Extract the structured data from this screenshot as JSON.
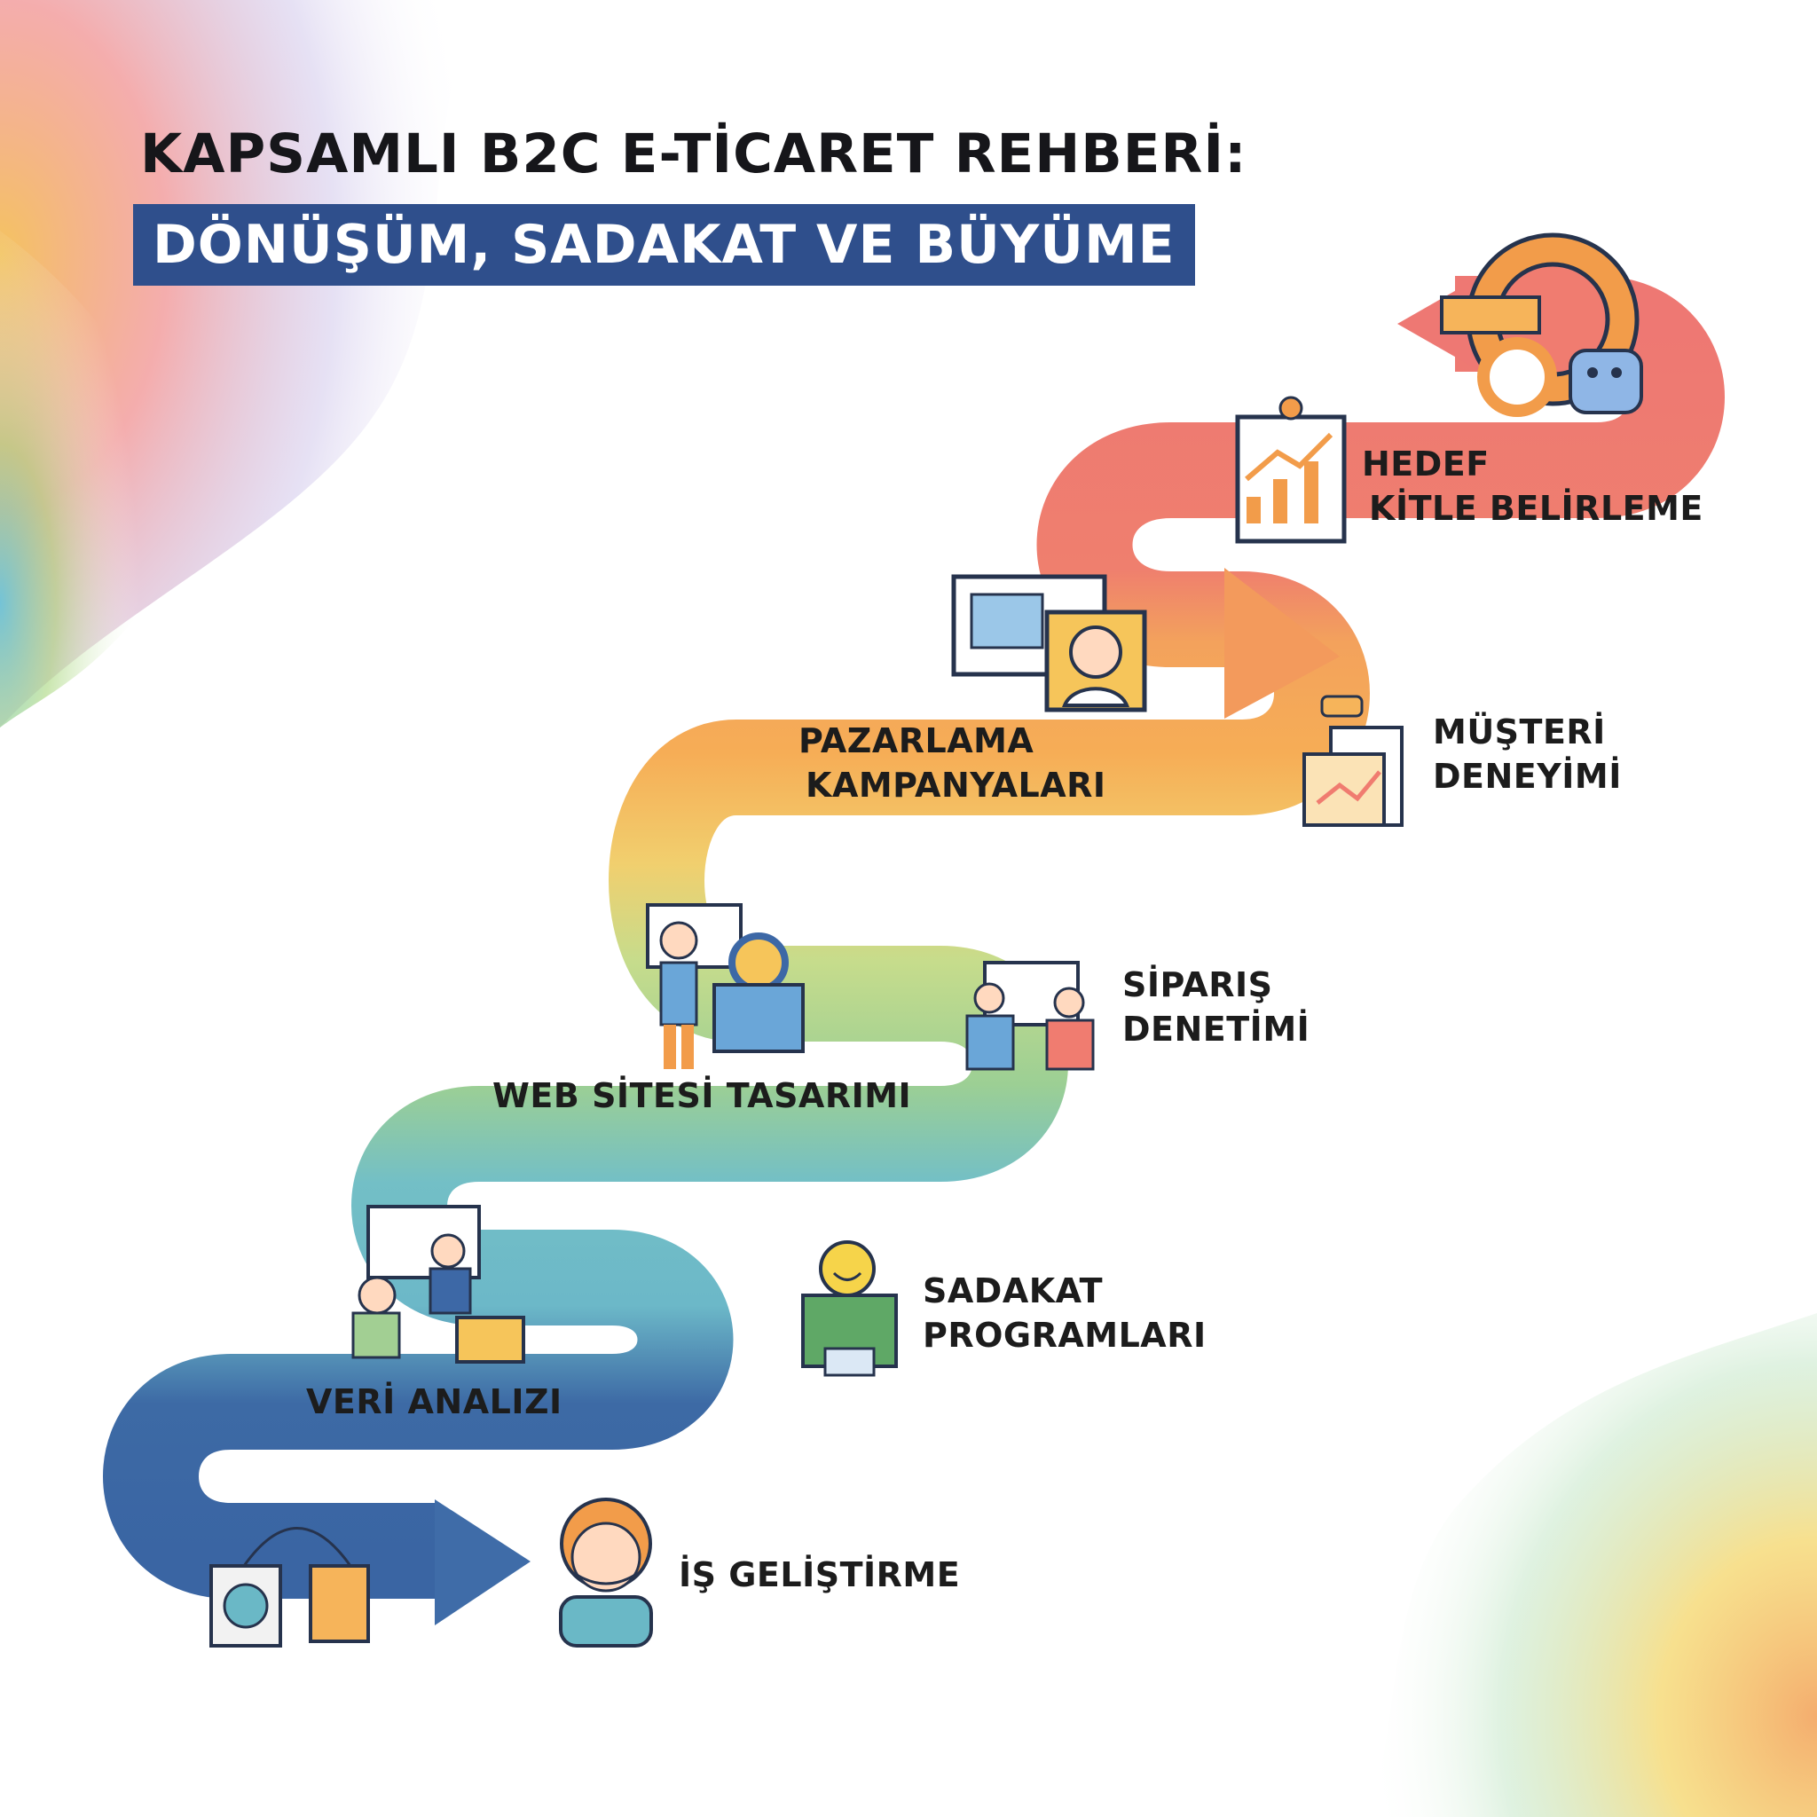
{
  "title": {
    "line1": "KAPSAMLI B2C E-TİCARET REHBERİ:",
    "line2": "DÖNÜŞÜM, SADAKAT VE BÜYÜME"
  },
  "steps": {
    "hedef": {
      "line1": "HEDEF",
      "line2": "KİTLE BELİRLEME",
      "icon": "growth-chart-icon",
      "color": "#ee7c72"
    },
    "pazarlama": {
      "line1": "PAZARLAMA",
      "line2": "KAMPANYALARI",
      "icon": "monitor-chart-icon",
      "color": "#f5a95a"
    },
    "musteri": {
      "line1": "MÜŞTERİ",
      "line2": "DENEYİMİ",
      "icon": "presentation-board-icon",
      "color": "#f5a95a"
    },
    "web": {
      "line1": "WEB SİTESİ TASARIMI",
      "icon": "designer-calendar-icon",
      "color": "#e2d98a"
    },
    "siparis": {
      "line1": "SİPARIŞ",
      "line2": "DENETİMİ",
      "icon": "two-people-board-icon",
      "color": "#f2c46c"
    },
    "veri": {
      "line1": "VERİ ANALIZI",
      "icon": "team-analysis-icon",
      "color": "#7cc3c8"
    },
    "sadakat": {
      "line1": "SADAKAT",
      "line2": "PROGRAMLARI",
      "icon": "happy-employee-icon",
      "color": "#a2cf93"
    },
    "is": {
      "line1": "İŞ GELİŞTİRME",
      "icon": "person-avatar-icon",
      "color": "#3d68a6"
    }
  }
}
